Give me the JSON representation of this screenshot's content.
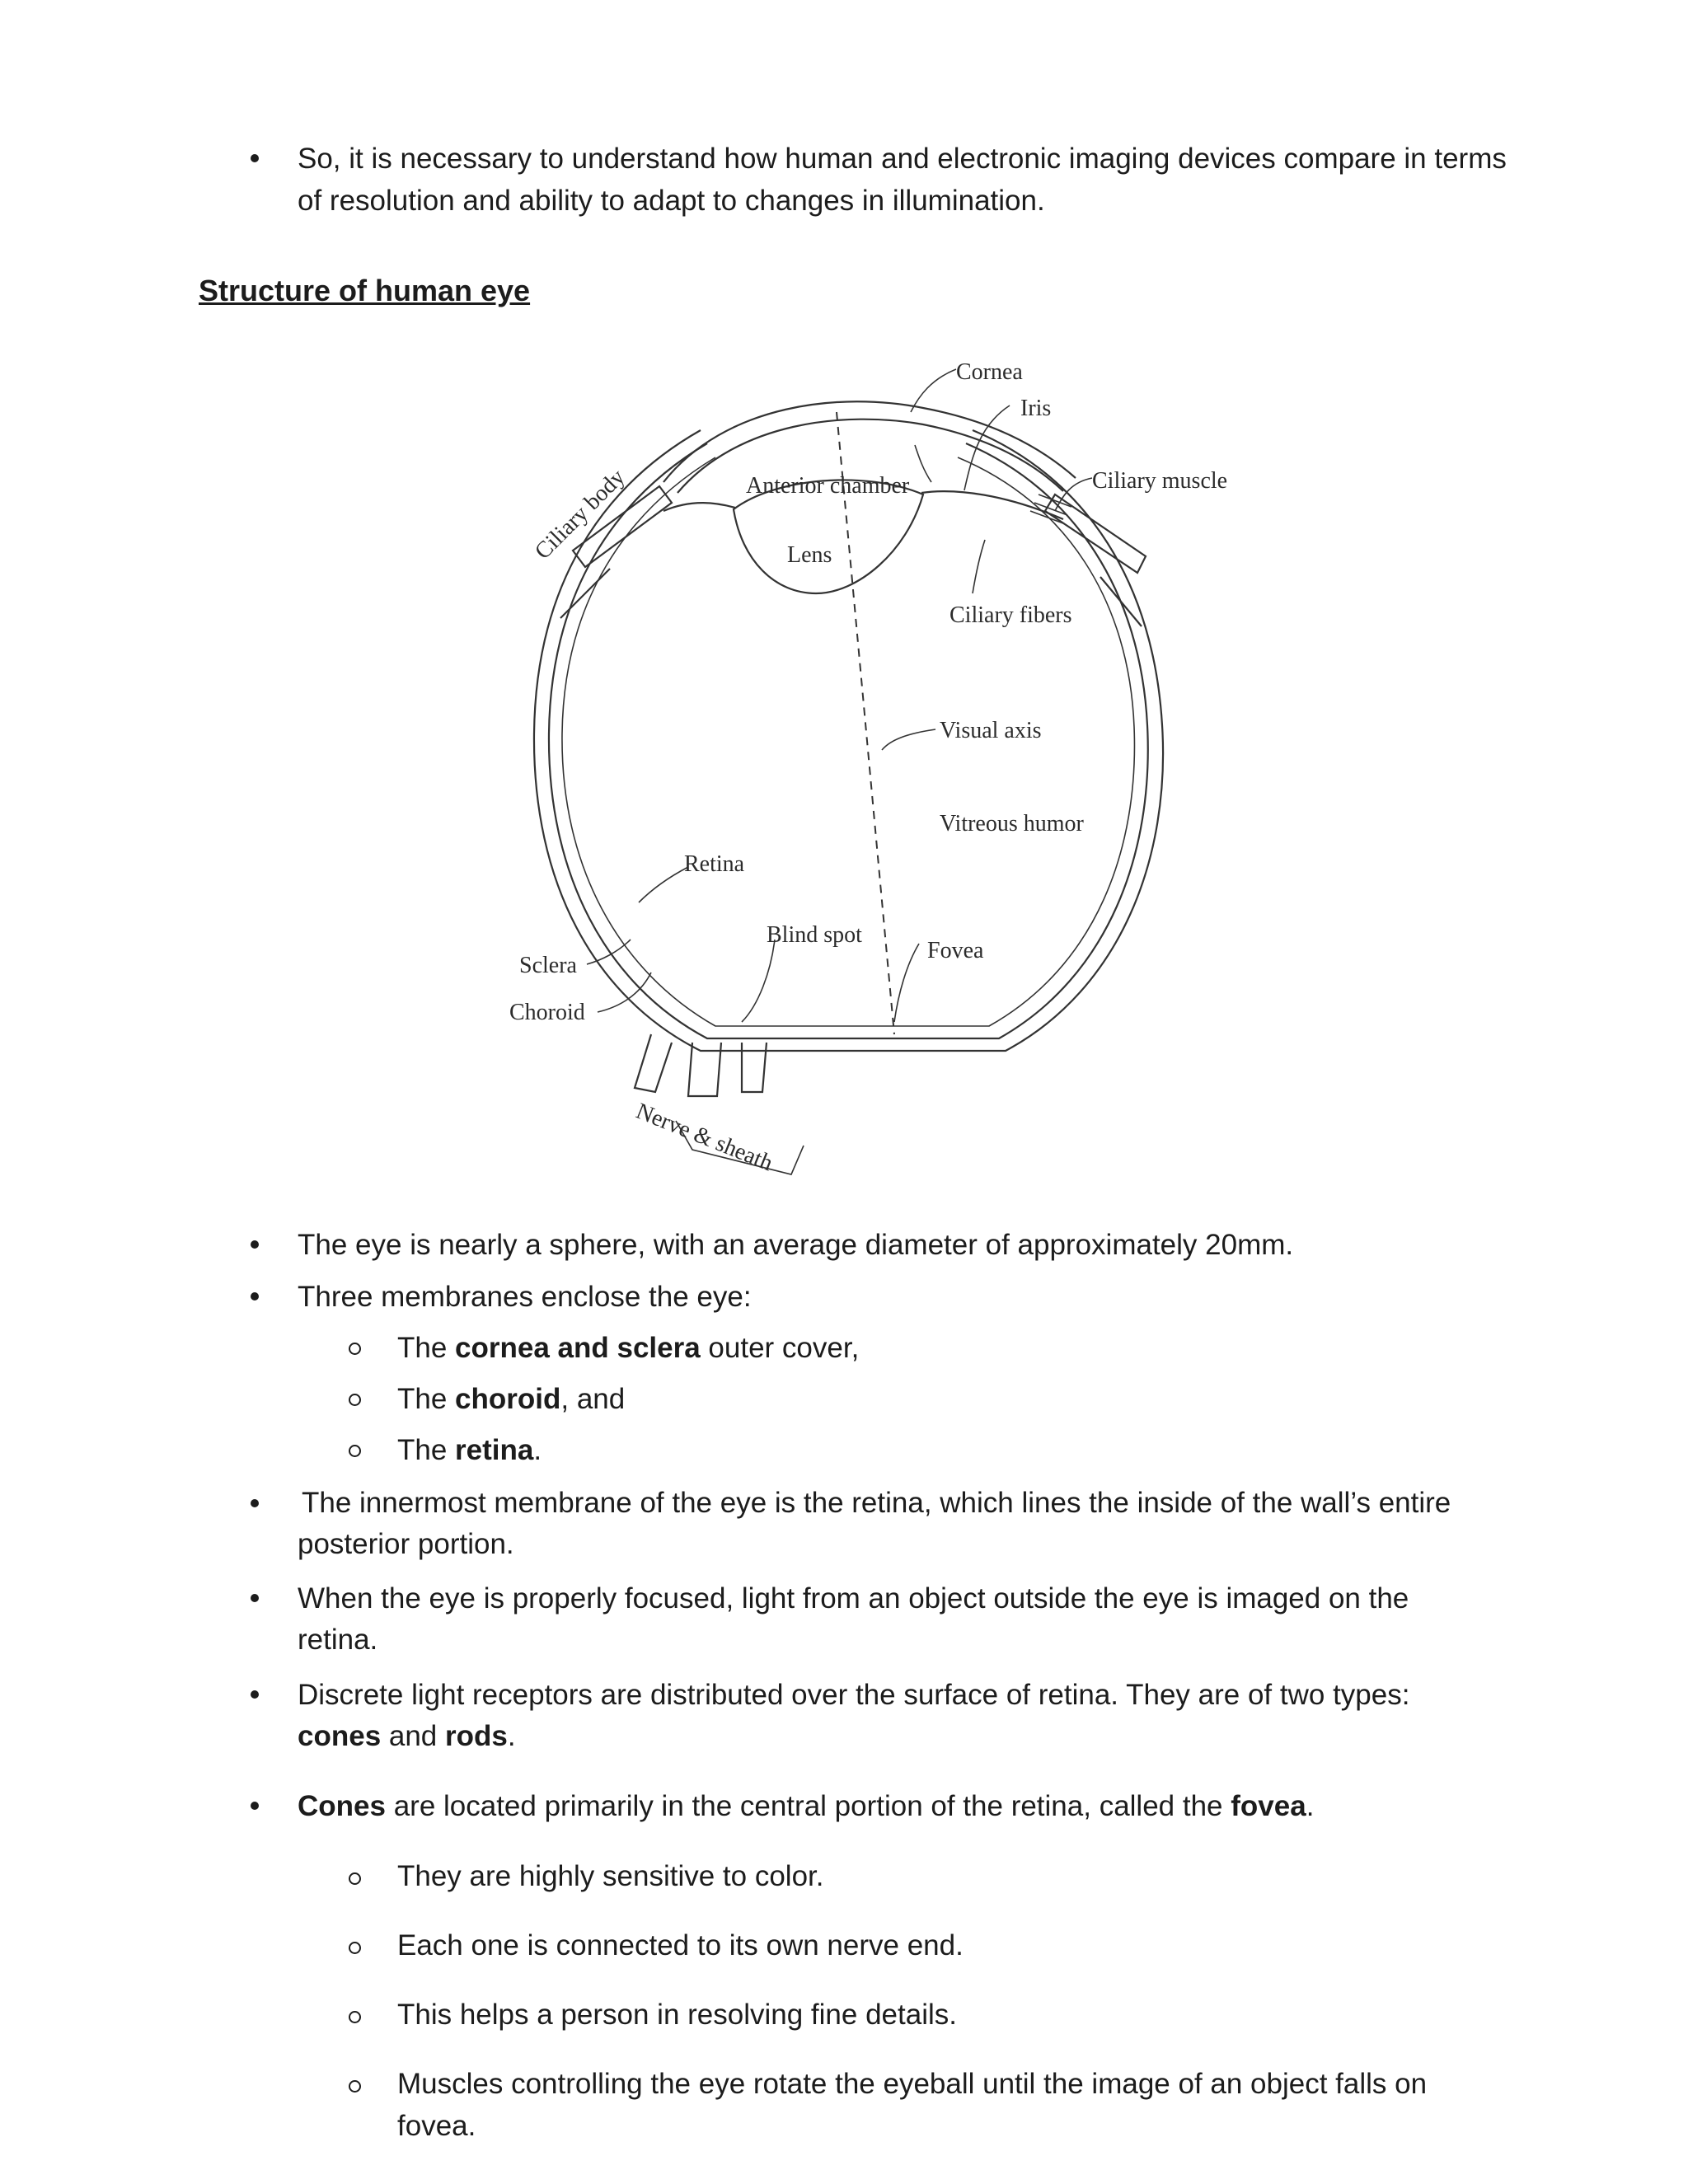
{
  "intro_bullet": {
    "line1": "So, it is necessary to understand how human and electronic imaging devices compare in terms",
    "line2": "of resolution and ability to adapt to changes in illumination."
  },
  "heading": "Structure of human eye",
  "diagram_labels": {
    "cornea": "Cornea",
    "iris": "Iris",
    "ciliary_muscle": "Ciliary muscle",
    "ciliary_body": "Ciliary body",
    "anterior_chamber": "Anterior chamber",
    "lens": "Lens",
    "ciliary_fibers": "Ciliary fibers",
    "visual_axis": "Visual axis",
    "vitreous_humor": "Vitreous humor",
    "retina": "Retina",
    "blind_spot": "Blind spot",
    "fovea": "Fovea",
    "sclera": "Sclera",
    "choroid": "Choroid",
    "nerve_sheath": "Nerve & sheath"
  },
  "bullets": {
    "sphere": "The eye is nearly a sphere, with an average diameter of approximately 20mm.",
    "membranes": "Three membranes enclose the eye:",
    "sub_cornea": {
      "pre": "The ",
      "bold": "cornea and sclera",
      "post": " outer cover,"
    },
    "sub_choroid": {
      "pre": "The ",
      "bold": "choroid",
      "post": ", and"
    },
    "sub_retina": {
      "pre": "The ",
      "bold": "retina",
      "post": "."
    },
    "innermost_line1": "The innermost membrane of the eye is the retina, which lines the inside of the wall’s entire",
    "innermost_line2": "posterior portion.",
    "focused_line1": "When the eye is properly focused, light from an object outside the eye is imaged on the",
    "focused_line2": "retina.",
    "receptors_line1": "Discrete light receptors are distributed over the surface of retina. They are of two types:",
    "receptors_line2": {
      "bold1": "cones",
      "mid": " and ",
      "bold2": "rods",
      "post": "."
    },
    "cones": {
      "bold": "Cones",
      "mid": " are located primarily in the central portion of the retina, called the ",
      "bold2": "fovea",
      "post": "."
    },
    "cones_sub1": "They are highly sensitive to color.",
    "cones_sub2": "Each one is connected to its own nerve end.",
    "cones_sub3": "This helps a person in resolving fine details.",
    "cones_sub4_line1": "Muscles controlling the eye rotate the eyeball until the image of an object falls on",
    "cones_sub4_line2": "fovea."
  }
}
